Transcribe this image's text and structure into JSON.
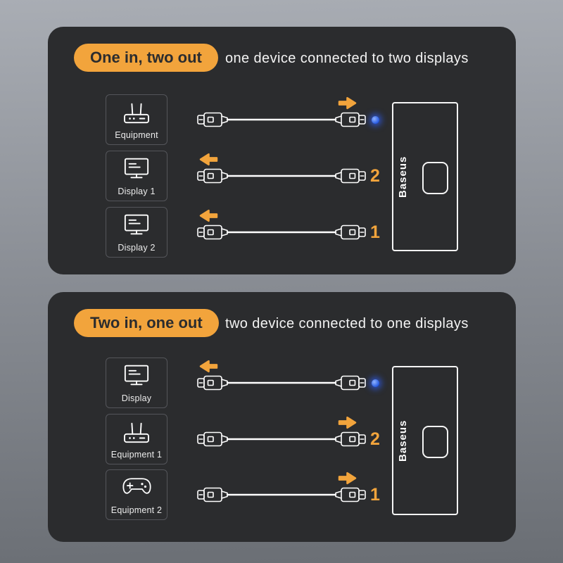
{
  "colors": {
    "background_top": "#a9adb4",
    "background_bottom": "#6a6e74",
    "panel": "#2b2c2e",
    "accent_orange": "#f2a43c",
    "led_blue": "#2f60ff",
    "text_light": "#f3f3f3",
    "badge_text": "#2b2c2e"
  },
  "panels": [
    {
      "badge": "One in, two out",
      "subtitle": "one device connected to two displays",
      "switch": {
        "brand": "Baseus"
      },
      "rows": [
        {
          "label": "Equipment",
          "icon": "router-icon",
          "arrow": "right",
          "indicator": "led"
        },
        {
          "label": "Display 1",
          "icon": "monitor-icon",
          "arrow": "left",
          "indicator": "2"
        },
        {
          "label": "Display 2",
          "icon": "monitor-icon",
          "arrow": "left",
          "indicator": "1"
        }
      ]
    },
    {
      "badge": "Two in, one out",
      "subtitle": "two device connected to one displays",
      "switch": {
        "brand": "Baseus"
      },
      "rows": [
        {
          "label": "Display",
          "icon": "monitor-icon",
          "arrow": "left",
          "indicator": "led"
        },
        {
          "label": "Equipment 1",
          "icon": "router-icon",
          "arrow": "right",
          "indicator": "2"
        },
        {
          "label": "Equipment 2",
          "icon": "gamepad-icon",
          "arrow": "right",
          "indicator": "1"
        }
      ]
    }
  ]
}
